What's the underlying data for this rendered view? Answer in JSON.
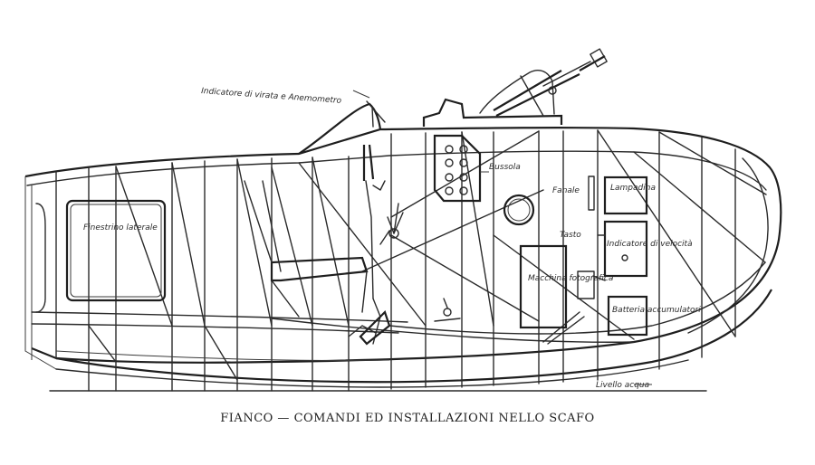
{
  "caption": "FIANCO — COMANDI ED INSTALLAZIONI NELLO SCAFO",
  "labels": {
    "indicator": "Indicatore di virata e Anemometro",
    "side_window": "Finestrino laterale",
    "compass": "Bussola",
    "headlight": "Fanale",
    "camera": "Macchina fotografica",
    "speed_indicator": "Indicatore di velocità",
    "battery": "Batteria accumulatori",
    "hull_line": "Livello acqua",
    "lamp": "Lampadina",
    "key": "Tasto"
  }
}
